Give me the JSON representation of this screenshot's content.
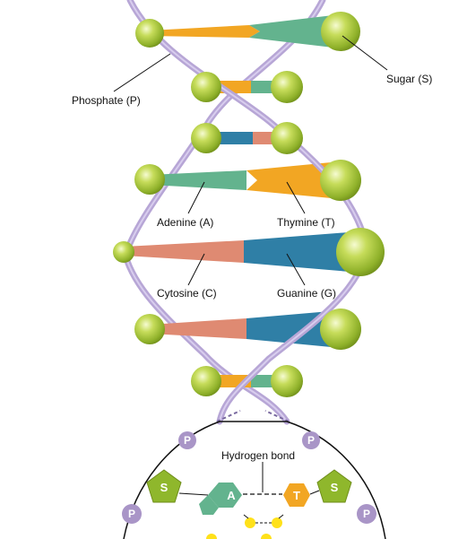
{
  "labels": {
    "phosphate": "Phosphate (P)",
    "sugar": "Sugar (S)",
    "adenine": "Adenine (A)",
    "thymine": "Thymine (T)",
    "cytosine": "Cytosine (C)",
    "guanine": "Guanine (G)",
    "hydrogen_bond": "Hydrogen bond"
  },
  "glyphs": {
    "phosphate": "P",
    "sugar": "S",
    "adenine": "A",
    "thymine": "T"
  },
  "colors": {
    "backbone": "#b7a6d6",
    "adenine": "#63b38e",
    "thymine": "#f2a623",
    "cytosine": "#df8a72",
    "guanine": "#2f7fa6",
    "sugar": "#8fb72c",
    "phosphate": "#a995c7"
  }
}
